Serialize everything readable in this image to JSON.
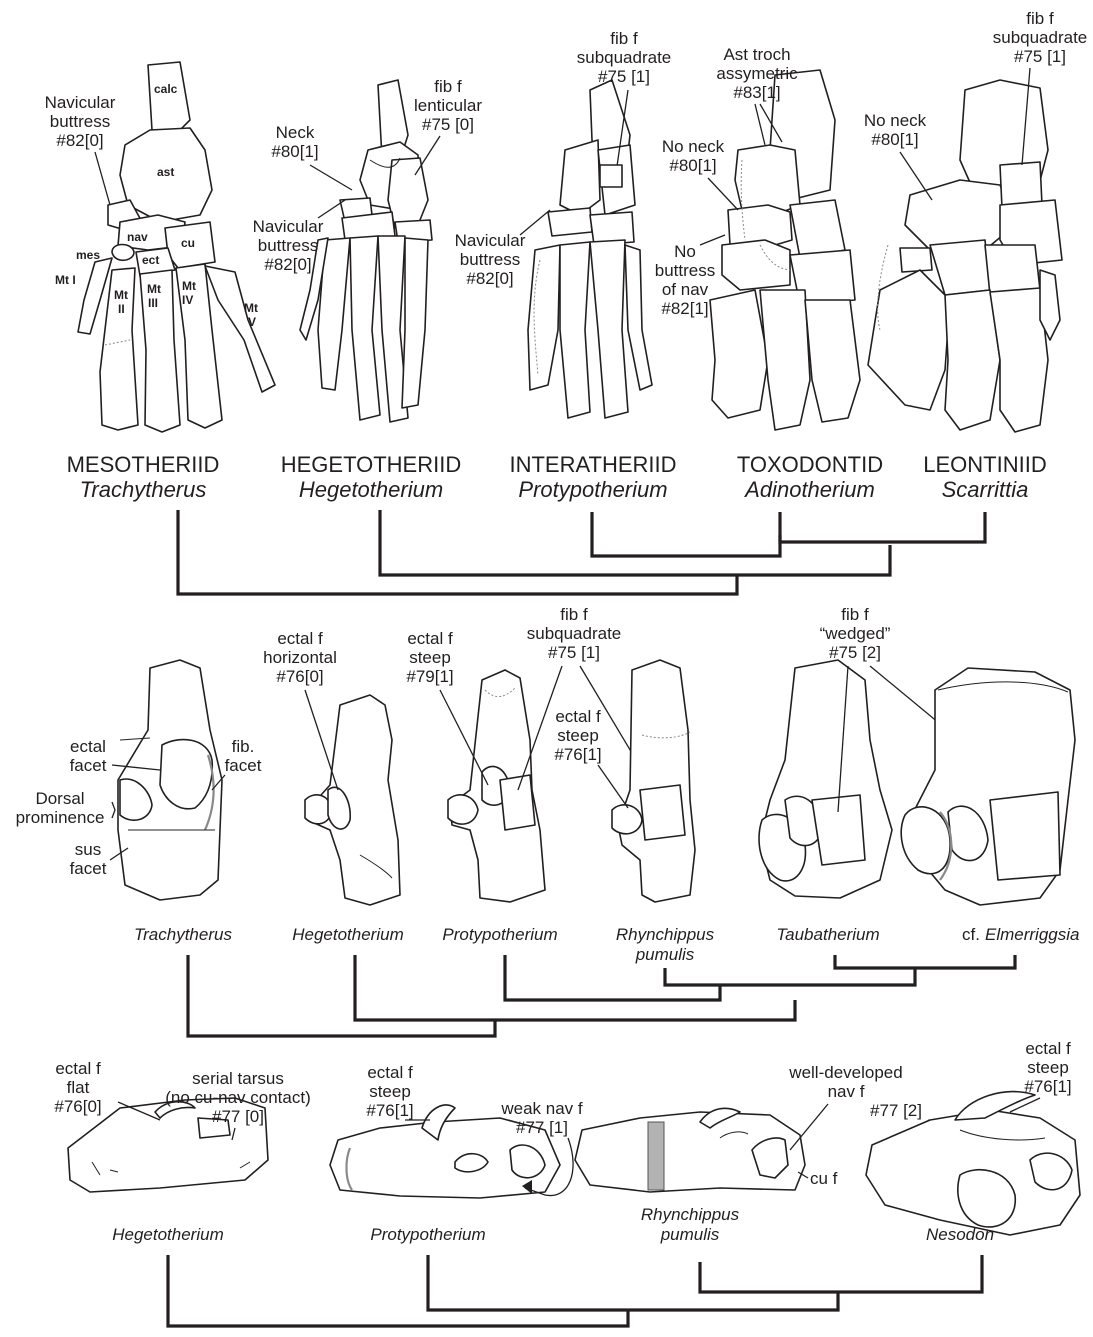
{
  "panelA": {
    "families": [
      "MESOTHERIID",
      "HEGETOTHERIID",
      "INTERATHERIID",
      "TOXODONTID",
      "LEONTINIID"
    ],
    "genera": [
      "Trachytherus",
      "Hegetotherium",
      "Protypotherium",
      "Adinotherium",
      "Scarrittia"
    ],
    "bones": {
      "calc": "calc",
      "ast": "ast",
      "nav": "nav",
      "mes": "mes",
      "cu": "cu",
      "ect": "ect",
      "mt1": "Mt I",
      "mt2a": "Mt",
      "mt2b": "II",
      "mt3a": "Mt",
      "mt3b": "III",
      "mt4a": "Mt",
      "mt4b": "IV",
      "mt5a": "Mt",
      "mt5b": "V"
    },
    "labels": {
      "nav_buttress_0": [
        "Navicular",
        "buttress",
        "#82[0]"
      ],
      "neck_1": [
        "Neck",
        "#80[1]"
      ],
      "fibf_lenticular": [
        "fib f",
        "lenticular",
        "#75 [0]"
      ],
      "nav_buttress_heg": [
        "Navicular",
        "buttress",
        "#82[0]"
      ],
      "fibf_subquad_int": [
        "fib f",
        "subquadrate",
        "#75 [1]"
      ],
      "nav_buttress_int": [
        "Navicular",
        "buttress",
        "#82[0]"
      ],
      "ast_troch": [
        "Ast troch",
        "assymetric",
        "#83[1]"
      ],
      "no_neck_tox": [
        "No neck",
        "#80[1]"
      ],
      "no_buttress": [
        "No",
        "buttress",
        "of nav",
        "#82[1]"
      ],
      "no_neck_leo": [
        "No neck",
        "#80[1]"
      ],
      "fibf_subquad_leo": [
        "fib f",
        "subquadrate",
        "#75 [1]"
      ]
    }
  },
  "panelB": {
    "taxa": [
      "Trachytherus",
      "Hegetotherium",
      "Protypotherium",
      "Rhynchippus",
      "pumulis",
      "Taubatherium",
      "cf.",
      "Elmerriggsia"
    ],
    "labels": {
      "ectal_facet": [
        "ectal",
        "facet"
      ],
      "fib_facet": [
        "fib.",
        "facet"
      ],
      "dorsal_prom": [
        "Dorsal",
        "prominence"
      ],
      "sus_facet": [
        "sus",
        "facet"
      ],
      "ectal_horiz": [
        "ectal f",
        "horizontal",
        "#76[0]"
      ],
      "ectal_steep79": [
        "ectal f",
        "steep",
        "#79[1]"
      ],
      "fibf_subquad": [
        "fib f",
        "subquadrate",
        "#75 [1]"
      ],
      "ectal_steep76": [
        "ectal f",
        "steep",
        "#76[1]"
      ],
      "fibf_wedged": [
        "fib f",
        "“wedged”",
        "#75 [2]"
      ]
    }
  },
  "panelC": {
    "taxa": [
      "Hegetotherium",
      "Protypotherium",
      "Rhynchippus",
      "pumulis",
      "Nesodon"
    ],
    "labels": {
      "ectal_flat": [
        "ectal f",
        "flat",
        "#76[0]"
      ],
      "serial_tarsus": [
        "serial tarsus",
        "(no cu-nav contact)",
        "#77 [0]"
      ],
      "ectal_steep_pro": [
        "ectal f",
        "steep",
        "#76[1]"
      ],
      "weak_nav": [
        "weak nav f",
        "#77 [1]"
      ],
      "well_dev": [
        "well-developed",
        "nav f",
        "#77 [2]"
      ],
      "cu_f": "cu f",
      "ectal_steep_nes": [
        "ectal f",
        "steep",
        "#76[1]"
      ]
    }
  }
}
